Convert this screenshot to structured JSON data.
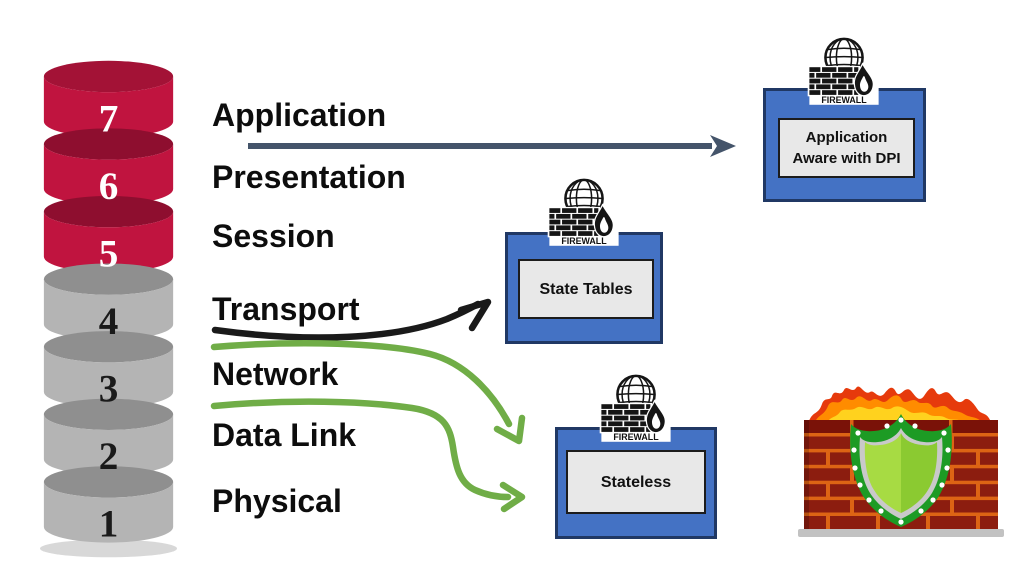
{
  "osi": {
    "layers": [
      {
        "number": "7",
        "label": "Application",
        "group": "upper"
      },
      {
        "number": "6",
        "label": "Presentation",
        "group": "upper"
      },
      {
        "number": "5",
        "label": "Session",
        "group": "upper"
      },
      {
        "number": "4",
        "label": "Transport",
        "group": "lower"
      },
      {
        "number": "3",
        "label": "Network",
        "group": "lower"
      },
      {
        "number": "2",
        "label": "Data Link",
        "group": "lower"
      },
      {
        "number": "1",
        "label": "Physical",
        "group": "lower"
      }
    ]
  },
  "firewalls": [
    {
      "id": "dpi",
      "caption": "FIREWALL",
      "label": "Application\nAware with DPI"
    },
    {
      "id": "state-tables",
      "caption": "FIREWALL",
      "label": "State Tables"
    },
    {
      "id": "stateless",
      "caption": "FIREWALL",
      "label": "Stateless"
    }
  ],
  "arrows": [
    {
      "from": "Application",
      "to": "Application Aware with DPI",
      "color": "#44546A",
      "style": "straight"
    },
    {
      "from": "Transport",
      "to": "State Tables",
      "color": "#1A1A1A",
      "style": "curved"
    },
    {
      "from": "Transport/Network",
      "to": "Stateless",
      "color": "#70AD47",
      "style": "curved"
    },
    {
      "from": "Network/Data Link",
      "to": "Stateless",
      "color": "#70AD47",
      "style": "s-curve"
    }
  ],
  "icons": {
    "firewall_icon": "globe-brickwall-flame",
    "illustration": "brick-wall-flames-green-shield"
  },
  "colors": {
    "upper_layer_fill": "#C0143F",
    "upper_layer_rim": "#8E0E2F",
    "lower_layer_fill": "#B4B4B4",
    "lower_layer_rim": "#8F8F8F",
    "box_fill": "#4472C4",
    "box_border": "#203864",
    "inner_fill": "#E8E8E8",
    "arrow_blue": "#44546A",
    "arrow_green": "#70AD47",
    "arrow_black": "#1A1A1A",
    "brick": "#8C1D0F",
    "mortar": "#DD6414",
    "shield_green": "#1D9B24"
  }
}
